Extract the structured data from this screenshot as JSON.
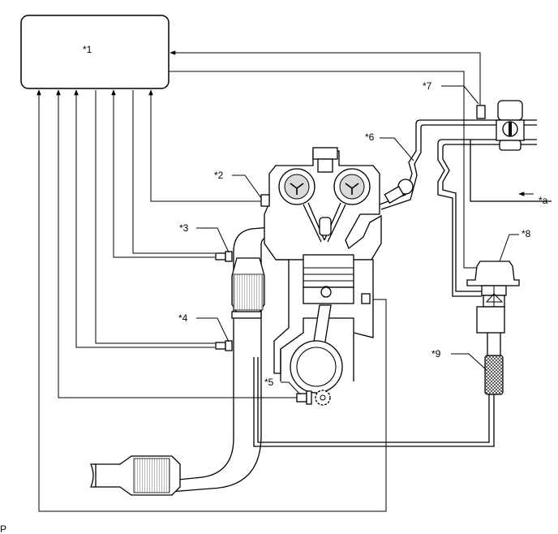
{
  "labels": {
    "ecm": "*1",
    "l2": "*2",
    "l3": "*3",
    "l4": "*4",
    "l5": "*5",
    "l6": "*6",
    "l7": "*7",
    "l8": "*8",
    "l9": "*9",
    "la": "*a"
  },
  "footer": "P"
}
